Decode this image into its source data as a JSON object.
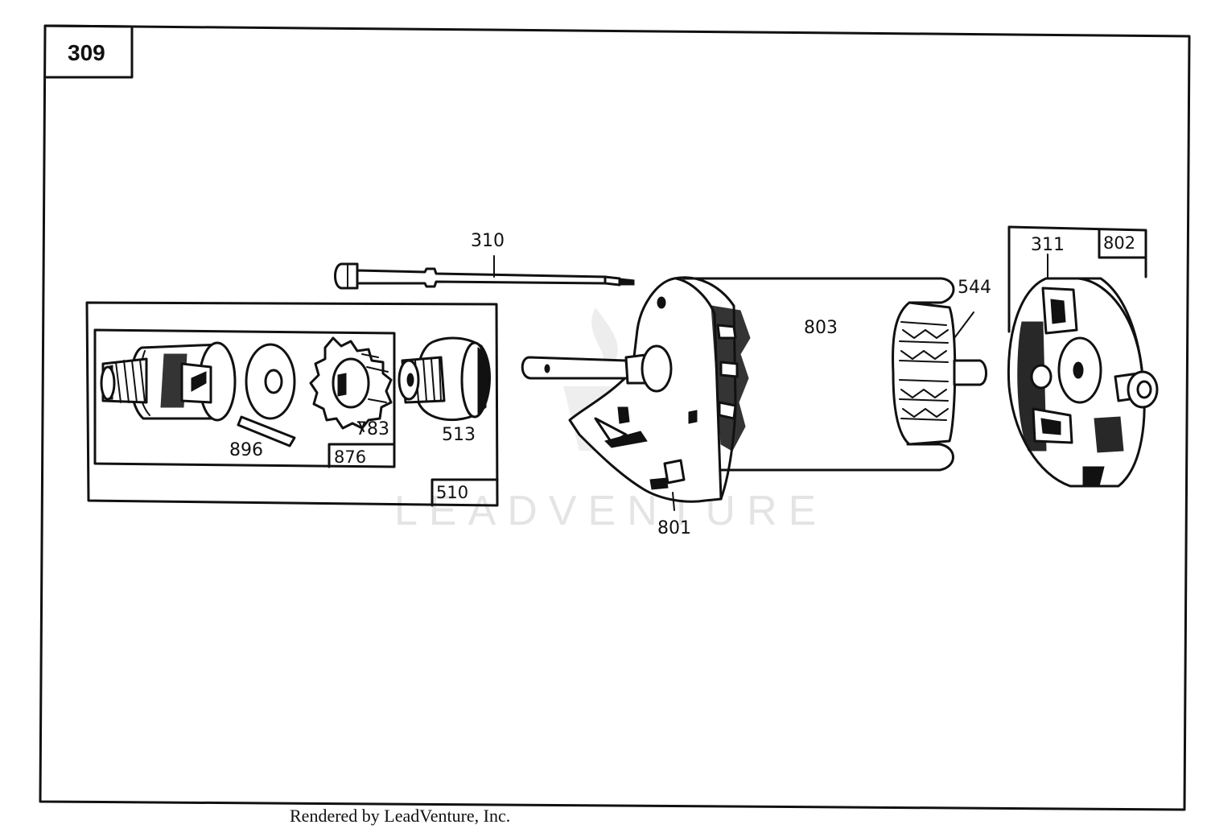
{
  "diagram": {
    "id": "309",
    "watermark": "LEADVENTURE",
    "footer": "Rendered by LeadVenture, Inc."
  },
  "parts": {
    "p310": "310",
    "p311": "311",
    "p802": "802",
    "p544": "544",
    "p803": "803",
    "p801": "801",
    "p896": "896",
    "p876": "876",
    "p783": "783",
    "p513": "513",
    "p510": "510"
  },
  "colors": {
    "line": "#111111",
    "background": "#ffffff",
    "watermark": "#e2e2e2"
  }
}
